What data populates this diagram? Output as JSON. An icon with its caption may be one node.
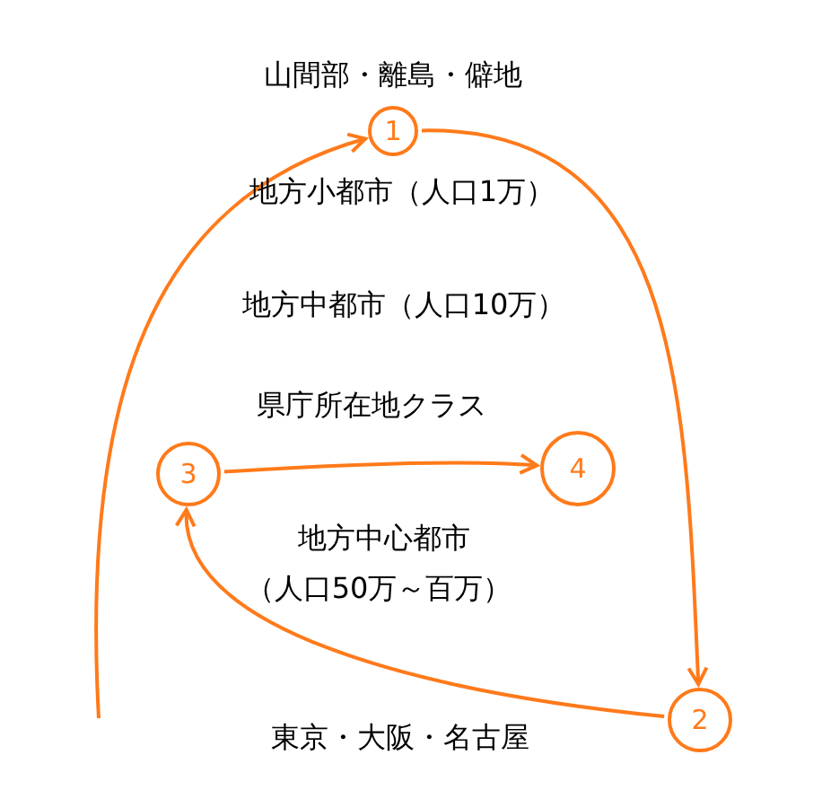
{
  "diagram": {
    "nodes": [
      {
        "text": [
          "1"
        ]
      },
      {
        "text": [
          "2"
        ]
      },
      {
        "text": [
          "3"
        ]
      },
      {
        "text": [
          "4"
        ]
      }
    ],
    "edges": [
      {
        "from": null,
        "to": 0,
        "arrow": "to"
      },
      {
        "from": 0,
        "to": 1,
        "arrow": "to"
      },
      {
        "from": 1,
        "to": 2,
        "arrow": "to"
      },
      {
        "from": 2,
        "to": 3,
        "arrow": "to"
      }
    ],
    "labels": [
      "山間部・離島・僻地",
      "地方小都市（人口1万）",
      "地方中都市（人口10万）",
      "県庁所在地クラス",
      "地方中心都市",
      "（人口50万～百万）",
      "東京・大阪・名古屋"
    ]
  }
}
